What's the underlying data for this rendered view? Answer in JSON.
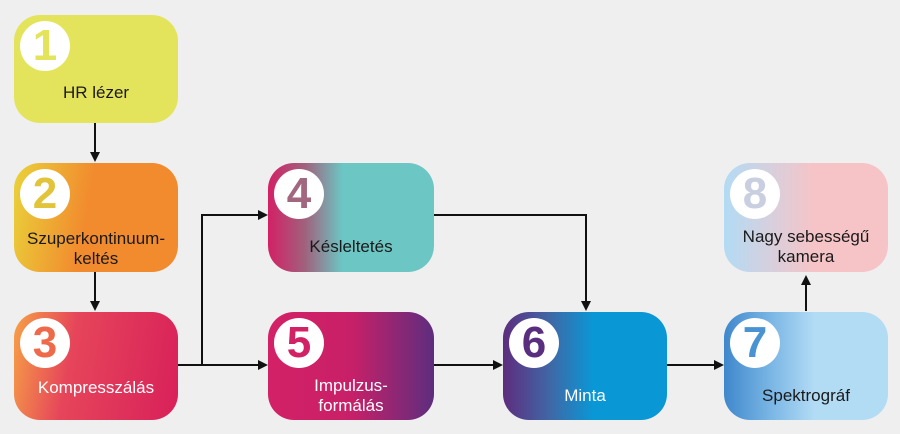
{
  "nodes": [
    {
      "id": "1",
      "number": "1",
      "lines": [
        "HR lézer"
      ]
    },
    {
      "id": "2",
      "number": "2",
      "lines": [
        "Szuperkontinuum-",
        "keltés"
      ]
    },
    {
      "id": "3",
      "number": "3",
      "lines": [
        "Kompresszálás"
      ]
    },
    {
      "id": "4",
      "number": "4",
      "lines": [
        "Késleltetés"
      ]
    },
    {
      "id": "5",
      "number": "5",
      "lines": [
        "Impulzus-",
        "formálás"
      ]
    },
    {
      "id": "6",
      "number": "6",
      "lines": [
        "Minta"
      ]
    },
    {
      "id": "7",
      "number": "7",
      "lines": [
        "Spektrográf"
      ]
    },
    {
      "id": "8",
      "number": "8",
      "lines": [
        "Nagy sebességű",
        "kamera"
      ]
    }
  ],
  "edges": [
    {
      "from": "1",
      "to": "2"
    },
    {
      "from": "2",
      "to": "3"
    },
    {
      "from": "3",
      "to": "4"
    },
    {
      "from": "3",
      "to": "5"
    },
    {
      "from": "4",
      "to": "6"
    },
    {
      "from": "5",
      "to": "6"
    },
    {
      "from": "6",
      "to": "7"
    },
    {
      "from": "7",
      "to": "8"
    }
  ],
  "colors": {
    "node1": "#e4e45c",
    "node2_start": "#e9d23a",
    "node2_end": "#f28a2e",
    "node3_start": "#f6a146",
    "node3_end": "#d8205a",
    "node4_start": "#d32166",
    "node4_end": "#6cc6c4",
    "node5_start": "#d32166",
    "node5_end": "#5e2d7e",
    "node6_start": "#5e2d7e",
    "node6_end": "#0a97d6",
    "node7_start": "#3f88cc",
    "node7_end": "#b2dbf4",
    "node8_start": "#b2dbf4",
    "node8_end": "#f6c4c7",
    "arrow": "#111111",
    "background": "#efefef"
  }
}
